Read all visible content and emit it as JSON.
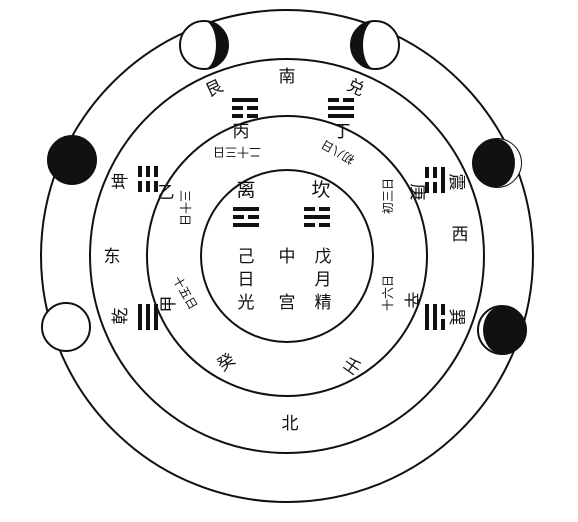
{
  "directions": {
    "south": "南",
    "north": "北",
    "east": "东",
    "west": "西"
  },
  "trigrams_outer": {
    "gen": "艮",
    "dui": "兑",
    "kun": "坤",
    "zhen": "震",
    "qian": "乾",
    "xun": "巽"
  },
  "trigrams_center": {
    "li": "离",
    "kan": "坎"
  },
  "stems": {
    "bing": "丙",
    "ding": "丁",
    "yi": "乙",
    "geng": "庚",
    "jia": "甲",
    "xin": "辛",
    "gui": "癸",
    "ren": "壬"
  },
  "days": {
    "d23": "二十三日",
    "d8": "初八日",
    "d30": "三十日",
    "d3": "初三日",
    "d15": "十五日",
    "d16": "十六日"
  },
  "center_text": {
    "col_left": [
      "己",
      "日",
      "光"
    ],
    "col_mid": [
      "中",
      "宫"
    ],
    "col_right": [
      "戊",
      "月",
      "精"
    ]
  },
  "colors": {
    "ink": "#111111",
    "paper": "#ffffff"
  }
}
